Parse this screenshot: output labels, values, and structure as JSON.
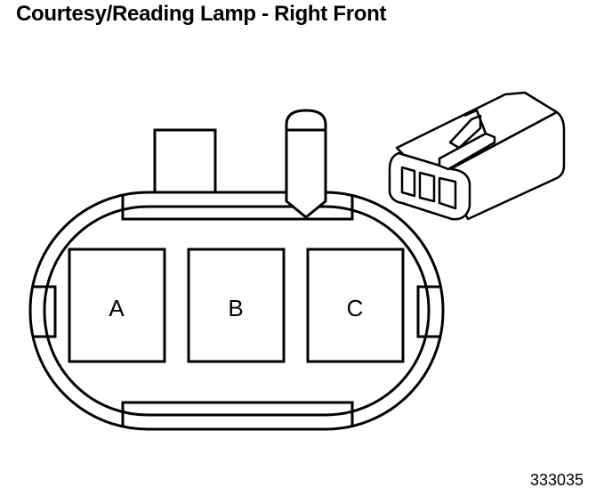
{
  "title": "Courtesy/Reading Lamp - Right Front",
  "reference_number": "333035",
  "cavities": [
    {
      "label": "A"
    },
    {
      "label": "B"
    },
    {
      "label": "C"
    }
  ],
  "colors": {
    "line": "#000000",
    "background": "#ffffff"
  }
}
